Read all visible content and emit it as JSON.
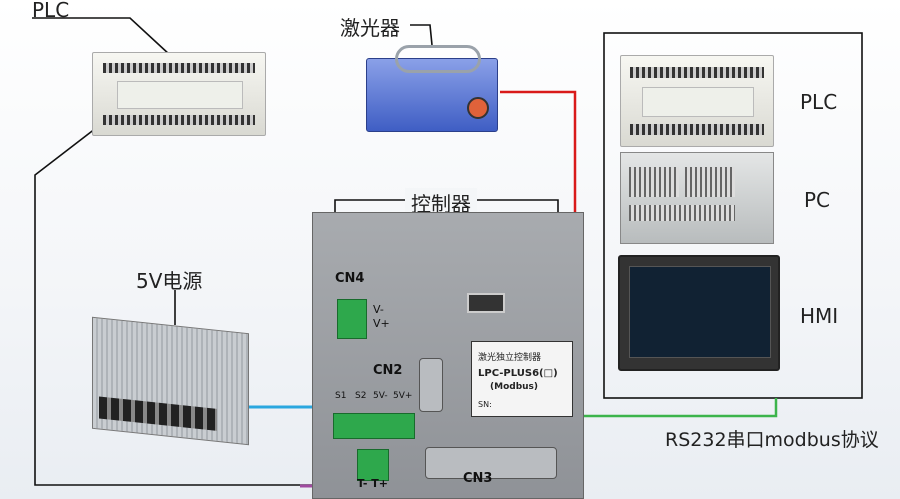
{
  "labels": {
    "plc_top": "PLC",
    "laser": "激光器",
    "controller": "控制器",
    "psu": "5V电源",
    "cn4": "CN4",
    "cn4_v_minus": "V-",
    "cn4_v_plus": "V+",
    "cn2": "CN2",
    "cn3": "CN3",
    "pin_s1": "S1",
    "pin_s2": "S2",
    "pin_5v_minus": "5V-",
    "pin_5v_plus": "5V+",
    "tt": "T-  T+",
    "right_plc": "PLC",
    "right_pc": "PC",
    "right_hmi": "HMI",
    "protocol": "RS232串口modbus协议",
    "controller_label_line1": "激光独立控制器",
    "controller_label_line2": "LPC-PLUS6(□)",
    "controller_label_line3": "(Modbus)",
    "controller_label_sn": "SN:"
  },
  "colors": {
    "red_wire": "#d91a1a",
    "blue_wire": "#2aa7df",
    "green_wire": "#3cb44b",
    "purple_wire": "#a04aa0",
    "black_wire": "#111111"
  }
}
